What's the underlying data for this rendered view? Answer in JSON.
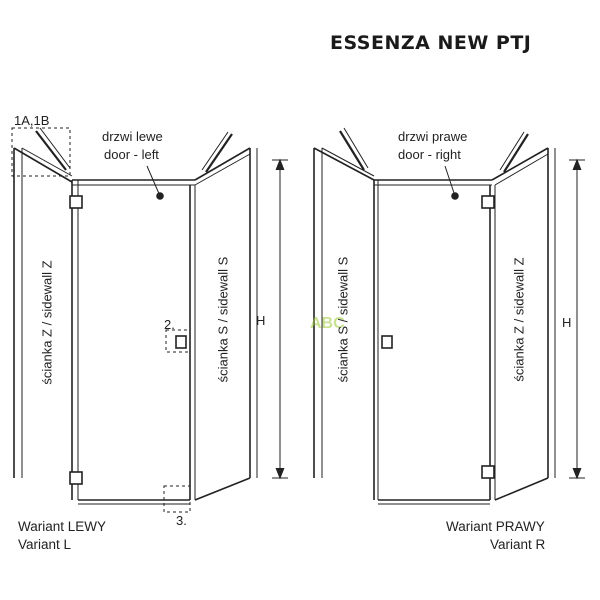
{
  "title": "ESSENZA NEW PTJ",
  "left_variant": {
    "callout_1": "1A,1B",
    "callout_2": "2.",
    "callout_3": "3.",
    "door_pl": "drzwi lewe",
    "door_en": "door - left",
    "wall_z": "ścianka Z / sidewall Z",
    "wall_s": "ścianka S / sidewall S",
    "height": "H",
    "variant_pl": "Wariant LEWY",
    "variant_en": "Variant L"
  },
  "right_variant": {
    "door_pl": "drzwi prawe",
    "door_en": "door - right",
    "wall_s": "ścianka S / sidewall S",
    "wall_z": "ścianka Z / sidewall Z",
    "height": "H",
    "variant_pl": "Wariant PRAWY",
    "variant_en": "Variant R"
  },
  "watermark": "ABC"
}
